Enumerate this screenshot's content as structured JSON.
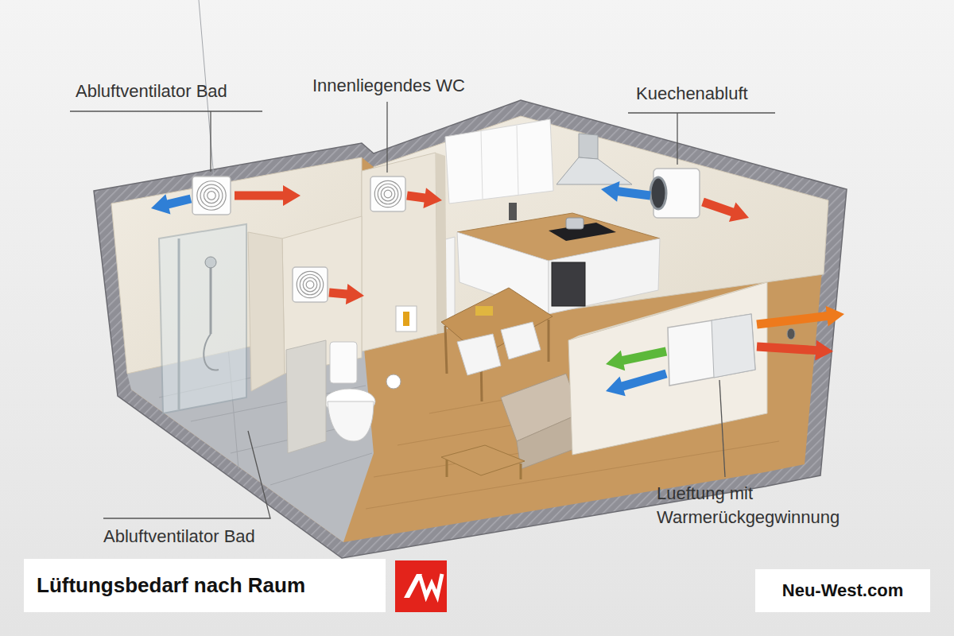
{
  "diagram": {
    "title": "Lüftungsbedarf nach Raum",
    "labels": [
      "Abluftventilator Bad",
      "Innenliegendes WC",
      "Kuechenabluft",
      "Lueftung mit Warmerückgegwinnung",
      "Abluftventilator Bad",
      "Neu-West.com"
    ]
  }
}
